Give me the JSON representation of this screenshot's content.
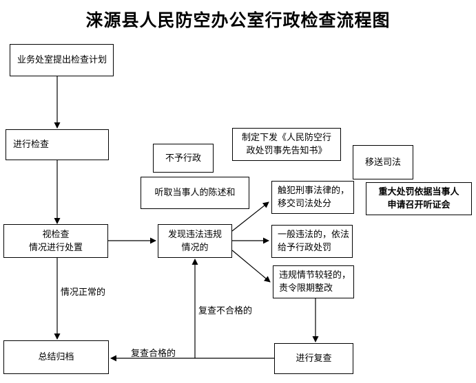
{
  "title": "涞源县人民防空办公室行政检查流程图",
  "nodes": {
    "plan": "业务处室提出检查计划",
    "inspect": "进行检查",
    "handle_line1": "视检查",
    "handle_line2": "情况进行处置",
    "summary": "总结归档",
    "violation_line1": "发现违法违规",
    "violation_line2": "情况的",
    "no_admin": "不予行政",
    "hear": "听取当事人的陈述和",
    "notice_line1": "制定下发《人民防空行",
    "notice_line2": "政处罚事先告知书》",
    "criminal_line1": "触犯刑事法律的，",
    "criminal_line2": "移交司法处分",
    "general_line1": "一般违法的，依法",
    "general_line2": "给予行政处罚",
    "minor_line1": "违规情节较轻的，",
    "minor_line2": "责令限期整改",
    "transfer": "移送司法",
    "hearing_line1": "重大处罚依据当事人",
    "hearing_line2": "申请召开听证会",
    "recheck": "进行复查"
  },
  "edge_labels": {
    "normal": "情况正常的",
    "recheck_fail": "复查不合格的",
    "recheck_pass": "复查合格的"
  }
}
